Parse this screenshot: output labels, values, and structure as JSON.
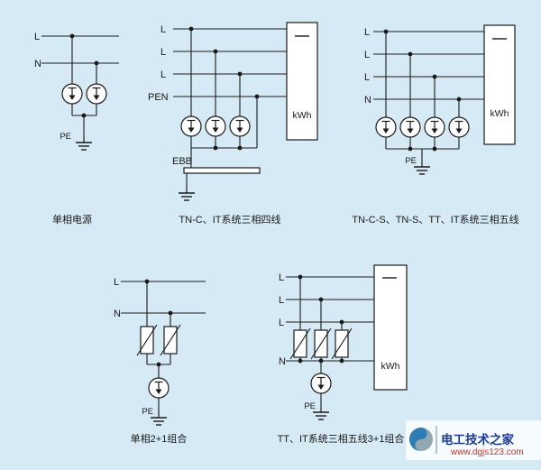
{
  "page": {
    "background": "#d5eaf4"
  },
  "colors": {
    "line": "#1a1a1a",
    "background": "#d5eaf4",
    "watermark_title": "#1c3d8f",
    "watermark_url": "#c8312f",
    "logo_blue": "#2f7cb5",
    "logo_gray": "#93a7b3"
  },
  "symbols": {
    "spd": "surge-arrester-circle-arrow",
    "mov": "varistor-rect-diagonal",
    "gnd": "earth-ground",
    "meter_dash": "—"
  },
  "diagrams": {
    "d1": {
      "caption": "单相电源",
      "line_labels": [
        "L",
        "N"
      ],
      "pe": "PE"
    },
    "d2": {
      "caption": "TN-C、IT系统三相四线",
      "line_labels": [
        "L",
        "L",
        "L",
        "PEN"
      ],
      "ebb": "EBB",
      "kwh": "kWh"
    },
    "d3": {
      "caption": "TN-C-S、TN-S、TT、IT系统三相五线",
      "line_labels": [
        "L",
        "L",
        "L",
        "N"
      ],
      "pe": "PE",
      "kwh": "kWh"
    },
    "d4": {
      "caption": "单相2+1组合",
      "line_labels": [
        "L",
        "N"
      ],
      "pe": "PE"
    },
    "d5": {
      "caption": "TT、IT系统三相五线3+1组合",
      "line_labels": [
        "L",
        "L",
        "L",
        "N"
      ],
      "pe": "PE",
      "kwh": "kWh"
    }
  },
  "watermark": {
    "title": "电工技术之家",
    "url": "www.dgjs123.com"
  }
}
